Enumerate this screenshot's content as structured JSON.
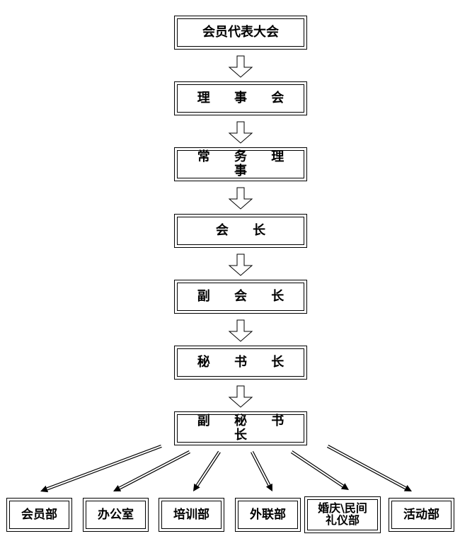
{
  "hierarchy": [
    {
      "id": "assembly",
      "label": "会员代表大会"
    },
    {
      "id": "council",
      "label": "理 事 会"
    },
    {
      "id": "standing",
      "label": "常 务 理 事"
    },
    {
      "id": "president",
      "label": "会 长"
    },
    {
      "id": "vice-president",
      "label": "副 会 长"
    },
    {
      "id": "secretary-general",
      "label": "秘 书 长"
    },
    {
      "id": "deputy-secretary-general",
      "label": "副 秘 书 长"
    }
  ],
  "departments": [
    {
      "id": "members",
      "label": "会员部"
    },
    {
      "id": "office",
      "label": "办公室"
    },
    {
      "id": "training",
      "label": "培训部"
    },
    {
      "id": "liaison",
      "label": "外联部"
    },
    {
      "id": "wedding-etiquette",
      "label": "婚庆\\民间\n礼仪部"
    },
    {
      "id": "activities",
      "label": "活动部"
    }
  ]
}
